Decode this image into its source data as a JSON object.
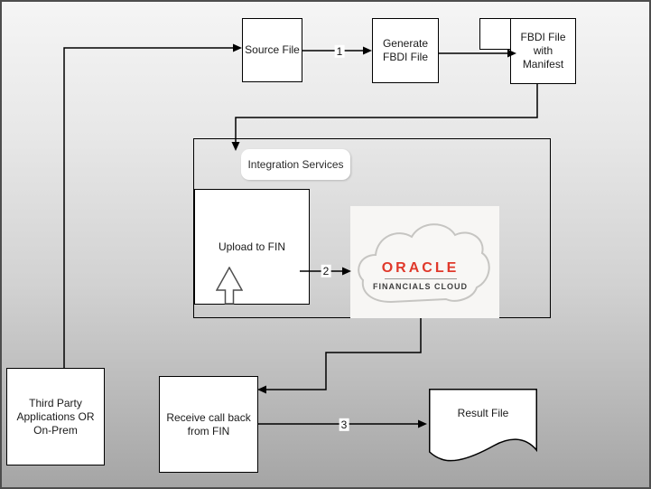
{
  "canvas": {
    "background_top": "#f5f5f5",
    "background_bottom": "#a5a5a5",
    "border_color": "#4d4d4d"
  },
  "nodes": {
    "source_file": {
      "label": "Source File"
    },
    "generate_fbdi": {
      "label": "Generate FBDI File"
    },
    "fbdi_manifest": {
      "label": "FBDI File with Manifest"
    },
    "integration_services": {
      "label": "Integration Services"
    },
    "upload_to_fin": {
      "label": "Upload to FIN"
    },
    "oracle_cloud": {
      "brand": "ORACLE",
      "subtitle": "FINANCIALS CLOUD",
      "brand_color": "#e0392b"
    },
    "third_party": {
      "label": "Third Party Applications OR On-Prem"
    },
    "receive_callback": {
      "label": "Receive call back from FIN"
    },
    "result_file": {
      "label": "Result File"
    }
  },
  "connectors": {
    "step_1": "1",
    "step_2": "2",
    "step_3": "3"
  }
}
